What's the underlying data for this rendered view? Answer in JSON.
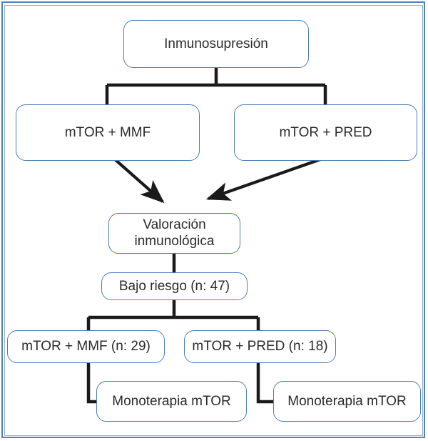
{
  "figure": {
    "title": "Inmunosupresion flowchart",
    "border_color": "#4f81bd",
    "node_border_color": "#4a7ebb",
    "connector_color": "#1a1a1a",
    "text_color": "#2b2b2b",
    "background": "#ffffff"
  },
  "nodes": {
    "root": {
      "label": "Inmunosupresión"
    },
    "arm_left": {
      "label": "mTOR + MMF"
    },
    "arm_right": {
      "label": "mTOR + PRED"
    },
    "assessment": {
      "line1": "Valoración",
      "line2": "inmunológica"
    },
    "risk": {
      "label": "Bajo riesgo (n: 47)"
    },
    "group_left": {
      "label": "mTOR + MMF (n: 29)"
    },
    "group_right": {
      "label": "mTOR + PRED (n: 18)"
    },
    "mono_left": {
      "label": "Monoterapia mTOR"
    },
    "mono_right": {
      "label": "Monoterapia mTOR"
    }
  },
  "chart_data": {
    "type": "diagram",
    "title": "Inmunosupresión",
    "diagram_kind": "flowchart",
    "levels": [
      [
        "Inmunosupresión"
      ],
      [
        "mTOR + MMF",
        "mTOR + PRED"
      ],
      [
        "Valoración inmunológica"
      ],
      [
        "Bajo riesgo (n: 47)"
      ],
      [
        "mTOR + MMF (n: 29)",
        "mTOR + PRED (n: 18)"
      ],
      [
        "Monoterapia mTOR",
        "Monoterapia mTOR"
      ]
    ],
    "edges": [
      {
        "from": "Inmunosupresión",
        "to": "mTOR + MMF",
        "style": "elbow"
      },
      {
        "from": "Inmunosupresión",
        "to": "mTOR + PRED",
        "style": "elbow"
      },
      {
        "from": "mTOR + MMF",
        "to": "Valoración inmunológica",
        "style": "arrow"
      },
      {
        "from": "mTOR + PRED",
        "to": "Valoración inmunológica",
        "style": "arrow"
      },
      {
        "from": "Valoración inmunológica",
        "to": "Bajo riesgo (n: 47)",
        "style": "line"
      },
      {
        "from": "Bajo riesgo (n: 47)",
        "to": "mTOR + MMF (n: 29)",
        "style": "elbow"
      },
      {
        "from": "Bajo riesgo (n: 47)",
        "to": "mTOR + PRED (n: 18)",
        "style": "elbow"
      },
      {
        "from": "mTOR + MMF (n: 29)",
        "to": "Monoterapia mTOR",
        "style": "elbow"
      },
      {
        "from": "mTOR + PRED (n: 18)",
        "to": "Monoterapia mTOR",
        "style": "elbow"
      }
    ],
    "counts": {
      "bajo_riesgo": 47,
      "mtor_mmf": 29,
      "mtor_pred": 18
    }
  }
}
